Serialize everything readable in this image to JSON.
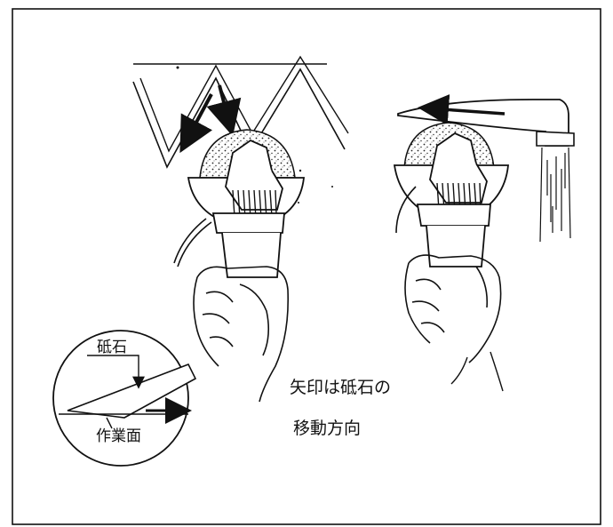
{
  "labels": {
    "whetstone": "砥石",
    "work_surface": "作業面",
    "caption_line1": "矢印は砥石の",
    "caption_line2": "移動方向"
  }
}
